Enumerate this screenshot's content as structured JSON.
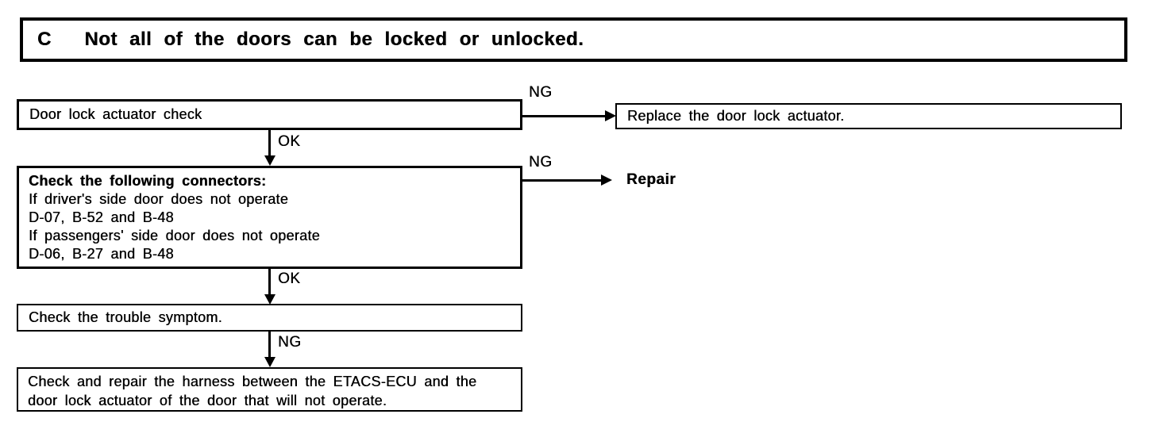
{
  "colors": {
    "ink": "#000000",
    "paper": "#ffffff"
  },
  "header": {
    "index_letter": "C",
    "title": "Not all of the doors can be locked or unlocked."
  },
  "flow": {
    "step1": {
      "text": "Door lock actuator check"
    },
    "step1_ng": {
      "label": "NG",
      "result": "Replace the door lock actuator."
    },
    "step1_ok": {
      "label": "OK"
    },
    "step2": {
      "heading": "Check the following connectors:",
      "lines": [
        "If driver's side door does not operate",
        "D-07, B-52 and B-48",
        "If passengers' side door does not operate",
        "D-06, B-27 and B-48"
      ]
    },
    "step2_ng": {
      "label": "NG",
      "result": "Repair"
    },
    "step2_ok": {
      "label": "OK"
    },
    "step3": {
      "text": "Check the trouble symptom."
    },
    "step3_ng": {
      "label": "NG"
    },
    "step4": {
      "lines": [
        "Check and repair the harness between the ETACS-ECU and the",
        "door lock actuator of the door that will not operate."
      ]
    }
  }
}
